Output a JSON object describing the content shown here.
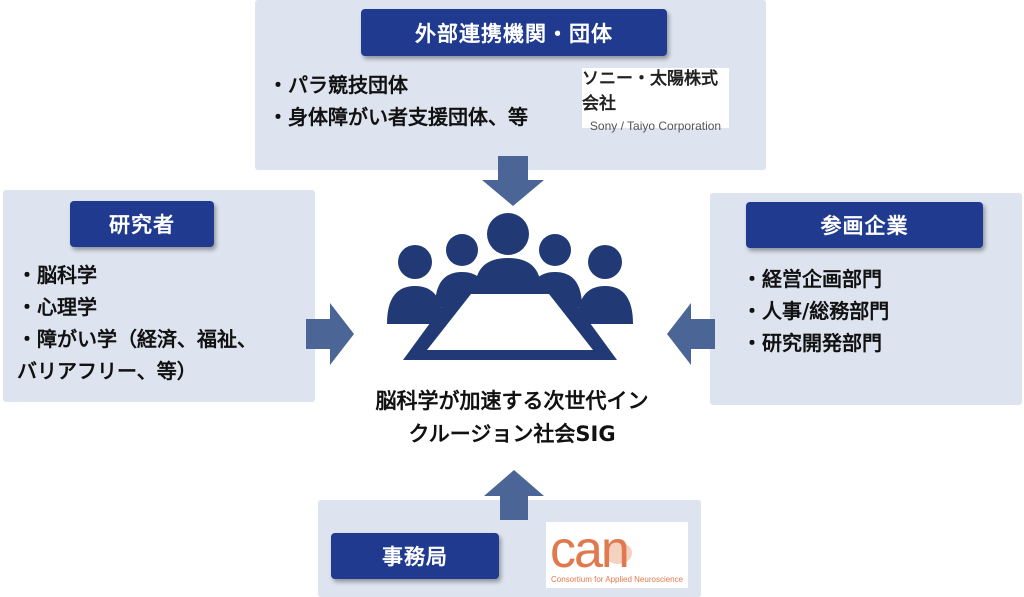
{
  "top": {
    "title": "外部連携機関・団体",
    "items": [
      "・パラ競技団体",
      "・身体障がい者支援団体、等"
    ],
    "logo_jp": "ソニー・太陽株式会社",
    "logo_en": "Sony / Taiyo Corporation"
  },
  "left": {
    "title": "研究者",
    "items": [
      "・脳科学",
      "・心理学",
      "・障がい学（経済、福祉、",
      "バリアフリー、等）"
    ]
  },
  "right": {
    "title": "参画企業",
    "items": [
      "・経営企画部門",
      "・人事/総務部門",
      "・研究開発部門"
    ]
  },
  "bottom": {
    "title": "事務局",
    "logo_text": "can",
    "logo_sub": "Consortium for Applied Neuroscience"
  },
  "center": {
    "line1": "脳科学が加速する次世代イン",
    "line2": "クルージョン社会SIG"
  },
  "colors": {
    "accent": "#1f3a8f",
    "panel": "#dde4ef",
    "arrow": "#4a6596",
    "icon": "#213a75"
  },
  "icons": {
    "meeting": "meeting-table-icon"
  }
}
